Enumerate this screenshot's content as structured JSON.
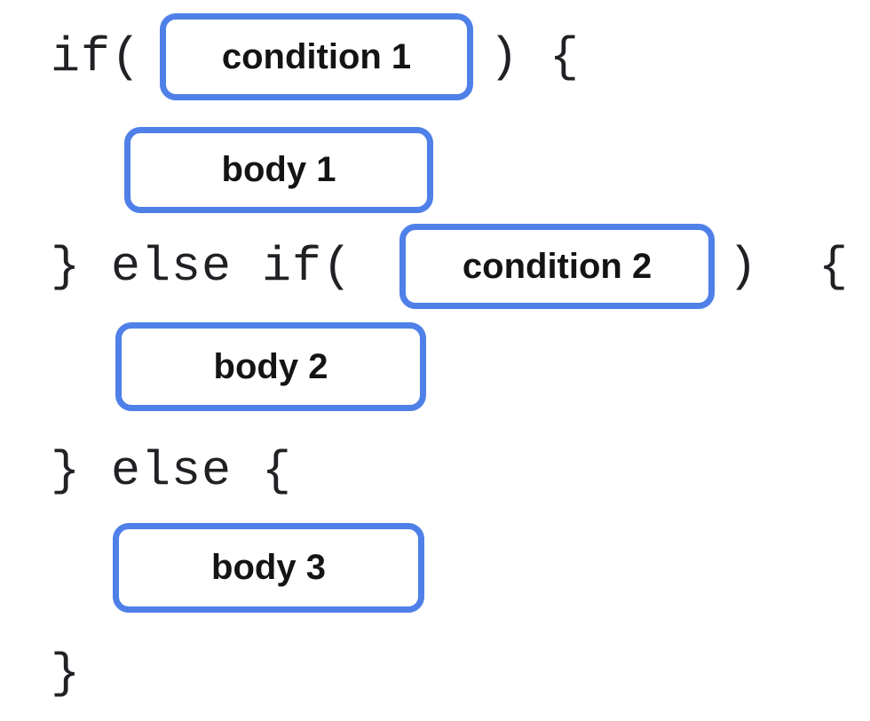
{
  "code": {
    "line1": {
      "prefix": "if(",
      "suffix": ") {"
    },
    "line3": {
      "prefix": "} else if(",
      "suffix": ")  {"
    },
    "line5": {
      "text": "} else {"
    },
    "line7": {
      "text": "}"
    }
  },
  "slots": {
    "condition1": "condition 1",
    "body1": "body 1",
    "condition2": "condition 2",
    "body2": "body 2",
    "body3": "body 3"
  },
  "colors": {
    "accent_blue": "#4E80E8",
    "code_text": "#202124",
    "label_text": "#141414",
    "background": "#ffffff"
  }
}
